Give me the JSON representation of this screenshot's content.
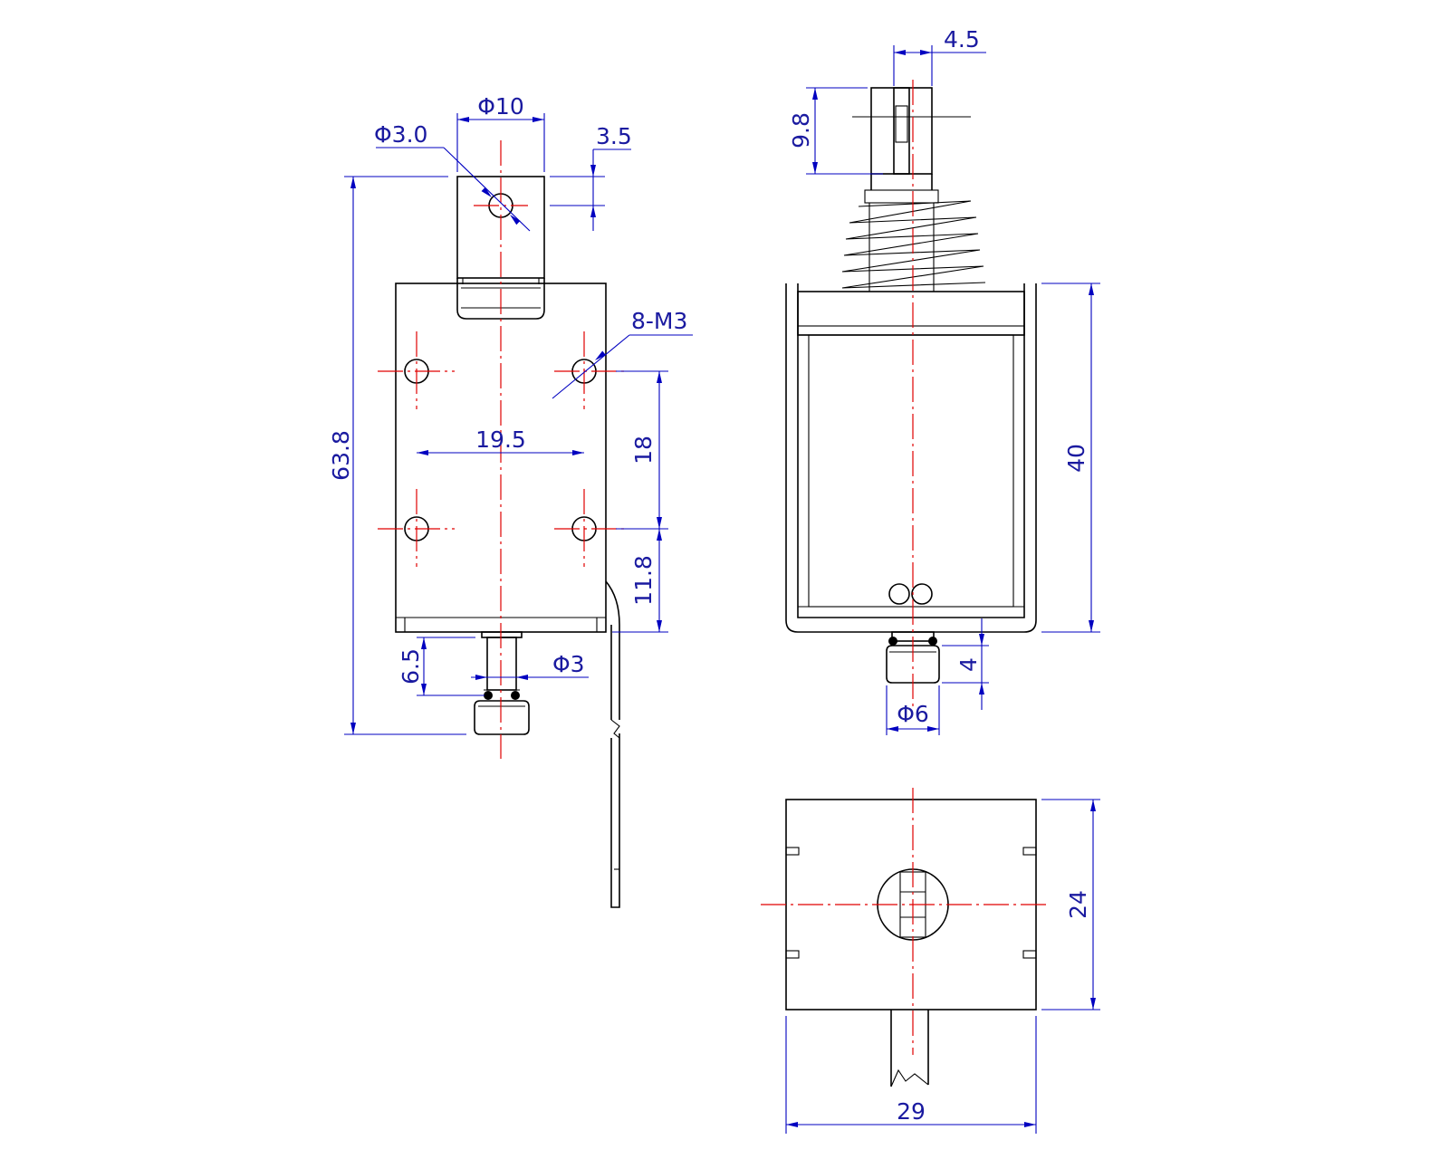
{
  "dimensions": {
    "phi10": "Φ10",
    "phi3_0": "Φ3.0",
    "d3_5": "3.5",
    "m3": "8-M3",
    "d19_5": "19.5",
    "d18": "18",
    "d11_8": "11.8",
    "d63_8": "63.8",
    "d6_5": "6.5",
    "phi3": "Φ3",
    "d4_5": "4.5",
    "d9_8": "9.8",
    "d40": "40",
    "d4": "4",
    "phi6": "Φ6",
    "d24": "24",
    "d29": "29"
  },
  "colors": {
    "outline": "#000000",
    "centerline": "#e00000",
    "dimension": "#0000c0"
  }
}
